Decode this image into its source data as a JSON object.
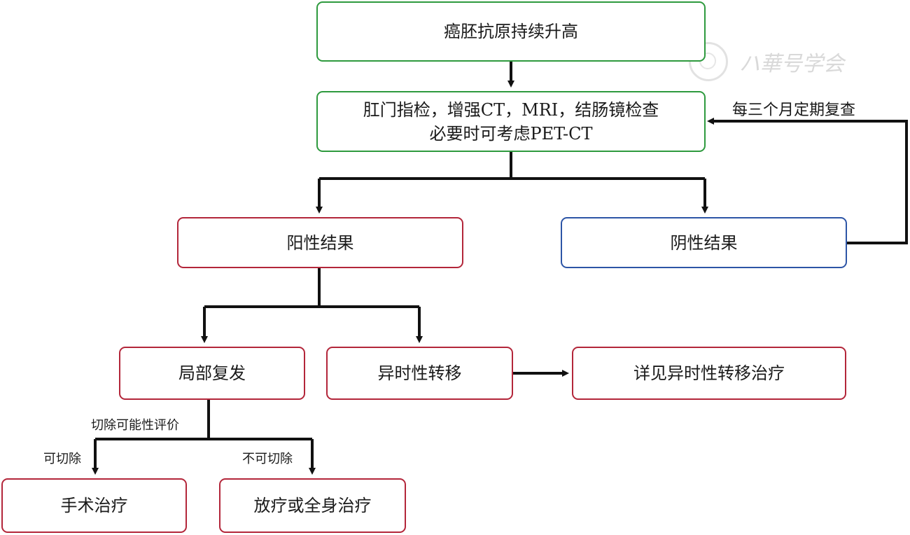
{
  "nodes": {
    "cea_rise": "癌胚抗原持续升高",
    "exam_line1": "肛门指检，增强CT，MRI，结肠镜检查",
    "exam_line2": "必要时可考虑PET-CT",
    "positive": "阳性结果",
    "negative": "阴性结果",
    "local_recurrence": "局部复发",
    "metachronous_metastasis": "异时性转移",
    "see_metastasis_treatment": "详见异时性转移治疗",
    "surgery": "手术治疗",
    "radio_systemic": "放疗或全身治疗"
  },
  "edge_labels": {
    "recheck_every_three_months": "每三个月定期复查",
    "resectability_evaluation": "切除可能性评价",
    "resectable": "可切除",
    "unresectable": "不可切除"
  },
  "watermark": {
    "text": "ハ華号学会"
  },
  "colors": {
    "green_border": "#2e9a3e",
    "red_border": "#b3263a",
    "blue_border": "#2d55a6",
    "arrow": "#111111"
  }
}
